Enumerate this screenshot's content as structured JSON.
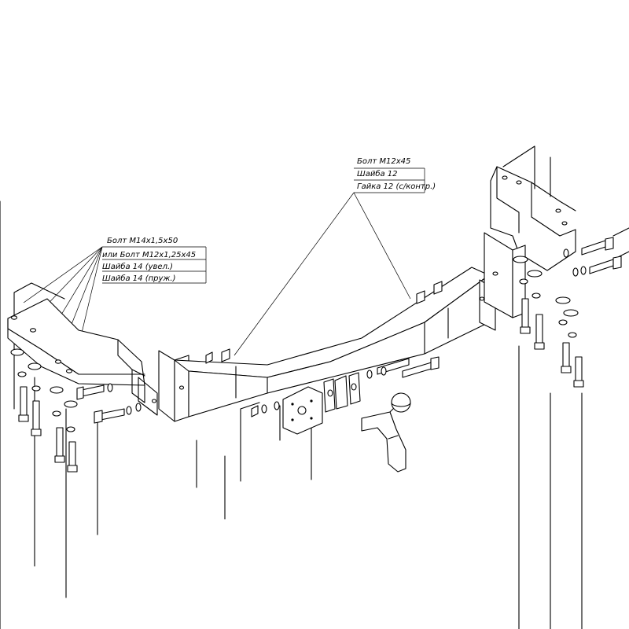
{
  "callouts": {
    "left": {
      "lines": [
        "Болт М14х1,5х50",
        "или Болт М12х1,25х45",
        "Шайба 14 (увел.)",
        "Шайба 14 (пруж.)"
      ]
    },
    "center": {
      "lines": [
        "Болт М12х45",
        "Шайба 12",
        "Гайка 12 (с/контр.)"
      ]
    }
  },
  "icons": {
    "parts": [
      "left-frame-bracket-icon",
      "right-frame-bracket-icon",
      "crossbar-beam-icon",
      "socket-plate-icon",
      "tow-ball-icon",
      "bolt-icon",
      "washer-icon",
      "nut-icon"
    ]
  }
}
